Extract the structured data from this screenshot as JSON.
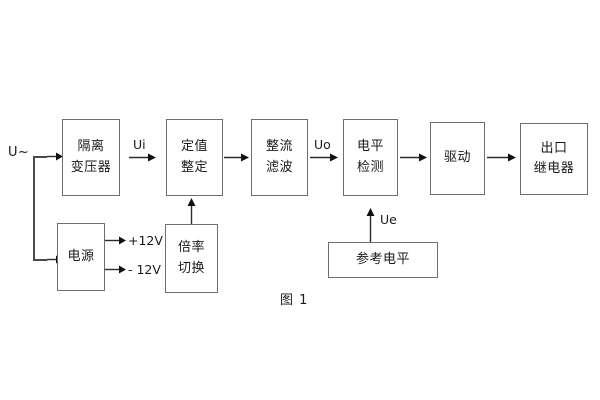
{
  "diagram": {
    "caption": "图 1",
    "input_label": "U~",
    "blocks": [
      {
        "id": "isolation-transformer",
        "line1": "隔离",
        "line2": "变压器"
      },
      {
        "id": "power-supply",
        "line1": "电源",
        "line2": ""
      },
      {
        "id": "setting-adjust",
        "line1": "定值",
        "line2": "整定"
      },
      {
        "id": "multiplier-switch",
        "line1": "倍率",
        "line2": "切换"
      },
      {
        "id": "rectify-filter",
        "line1": "整流",
        "line2": "滤波"
      },
      {
        "id": "level-detect",
        "line1": "电平",
        "line2": "检测"
      },
      {
        "id": "reference-level",
        "line1": "参考电平",
        "line2": ""
      },
      {
        "id": "driver",
        "line1": "驱动",
        "line2": ""
      },
      {
        "id": "output-relay",
        "line1": "出口",
        "line2": "继电器"
      }
    ],
    "signals": {
      "ui": "Ui",
      "uo": "Uo",
      "ue": "Ue",
      "rail_positive": "+12V",
      "rail_negative": "- 12V"
    },
    "colors": {
      "background": "#ffffff",
      "block_border": "#6e6e6e",
      "wire": "#4a4a4a",
      "text": "#1a1a1a"
    }
  }
}
